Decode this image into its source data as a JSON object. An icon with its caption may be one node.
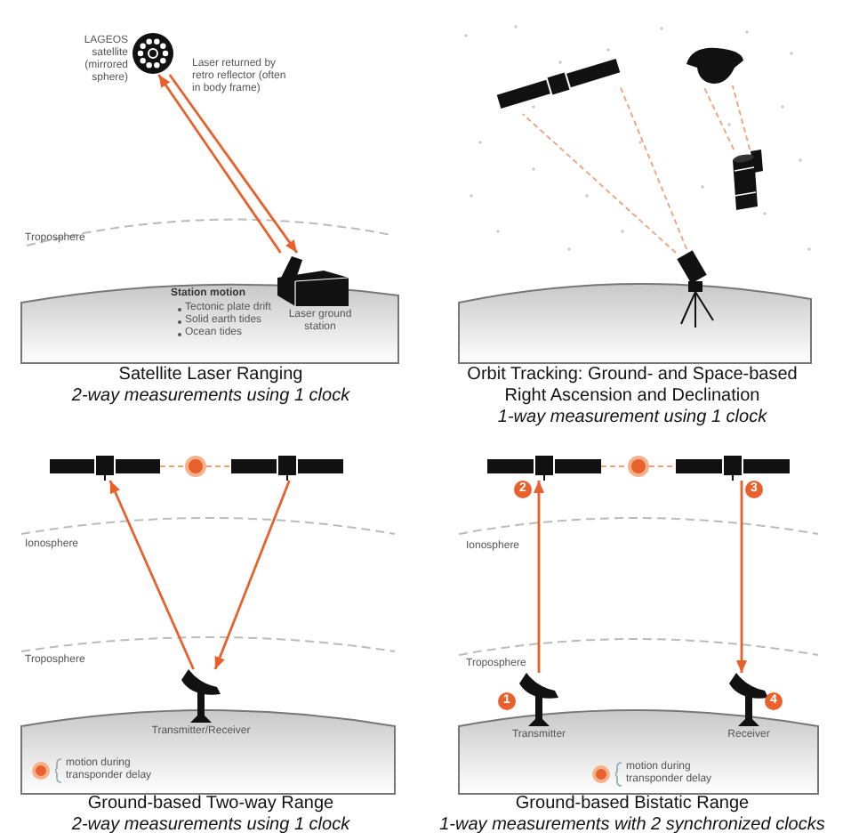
{
  "diagram": {
    "nodes": [
      {
        "text": [],
        "shape": "picture",
        "beside": [
          "LAGEOS satellite (mirrored sphere)"
        ]
      },
      {
        "text": [],
        "shape": "picture",
        "beside": [
          "Laser ground station"
        ]
      },
      {
        "text": [],
        "shape": "picture"
      },
      {
        "text": [],
        "shape": "picture"
      },
      {
        "text": [],
        "shape": "picture"
      },
      {
        "text": [],
        "shape": "picture"
      },
      {
        "text": [],
        "shape": "picture"
      },
      {
        "text": [],
        "shape": "circle"
      },
      {
        "text": [],
        "shape": "picture"
      },
      {
        "text": [],
        "shape": "picture",
        "beside": [
          "Transmitter/Receiver"
        ]
      },
      {
        "text": [],
        "shape": "picture"
      },
      {
        "text": [],
        "shape": "circle"
      },
      {
        "text": [],
        "shape": "picture"
      },
      {
        "text": [],
        "shape": "picture",
        "beside": [
          "Transmitter"
        ]
      },
      {
        "text": [],
        "shape": "picture",
        "beside": [
          "Receiver"
        ]
      },
      {
        "text": [
          "1"
        ]
      },
      {
        "text": [
          "2"
        ]
      },
      {
        "text": [
          "3"
        ]
      },
      {
        "text": [
          "4"
        ]
      }
    ],
    "edges": [
      {
        "from": 1,
        "to": 0,
        "arrow": "to"
      },
      {
        "from": 0,
        "to": 1,
        "arrow": "to"
      },
      {
        "from": 5,
        "to": 2,
        "arrow": "none",
        "style": "dashed"
      },
      {
        "from": 5,
        "to": 2,
        "arrow": "none",
        "style": "dashed"
      },
      {
        "from": 4,
        "to": 3,
        "arrow": "none",
        "style": "dashed"
      },
      {
        "from": 4,
        "to": 3,
        "arrow": "none",
        "style": "dashed"
      },
      {
        "from": 9,
        "to": 6,
        "arrow": "to"
      },
      {
        "from": 8,
        "to": 9,
        "arrow": "to"
      },
      {
        "from": 6,
        "to": 7,
        "arrow": "none",
        "style": "dashed"
      },
      {
        "from": 7,
        "to": 8,
        "arrow": "none",
        "style": "dashed"
      },
      {
        "from": 13,
        "to": 10,
        "arrow": "to"
      },
      {
        "from": 12,
        "to": 14,
        "arrow": "to"
      },
      {
        "from": 10,
        "to": 11,
        "arrow": "none",
        "style": "dashed"
      },
      {
        "from": 11,
        "to": 12,
        "arrow": "none",
        "style": "dashed"
      }
    ],
    "labels": [
      "Laser returned by retro reflector (often in body frame)",
      "Troposphere",
      "Station motion",
      "Tectonic plate drift",
      "Solid earth tides",
      "Ocean tides",
      "Satellite Laser Ranging",
      "2-way measurements using 1 clock",
      "Orbit Tracking: Ground- and Space-based",
      "Right Ascension and Declination",
      "1-way measurement using 1 clock",
      "Ionosphere",
      "Troposphere",
      "Ground-based Two-way Range",
      "2-way measurements using 1 clock",
      "Ionosphere",
      "Troposphere",
      "Ground-based Bistatic Range",
      "1-way measurements with 2 synchronized clocks"
    ],
    "legend": [
      {
        "text": "motion during transponder delay"
      },
      {
        "text": "motion during transponder delay"
      }
    ]
  }
}
